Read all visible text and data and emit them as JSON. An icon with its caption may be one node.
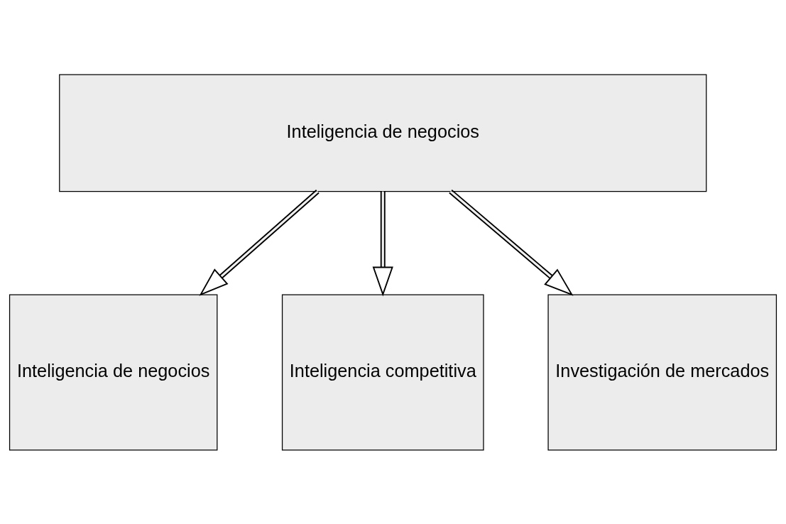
{
  "diagram": {
    "nodes": [
      {
        "text": [
          "Inteligencia de negocios"
        ]
      },
      {
        "text": [
          "Inteligencia de negocios"
        ]
      },
      {
        "text": [
          "Inteligencia competitiva"
        ]
      },
      {
        "text": [
          "Investigación de mercados"
        ]
      }
    ],
    "edges": [
      {
        "from": 0,
        "to": 1,
        "arrow": "to"
      },
      {
        "from": 0,
        "to": 2,
        "arrow": "to"
      },
      {
        "from": 0,
        "to": 3,
        "arrow": "to"
      }
    ]
  }
}
